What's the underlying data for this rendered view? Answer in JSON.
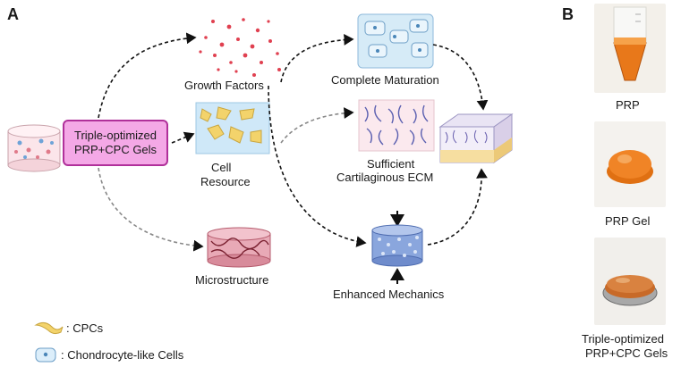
{
  "panels": {
    "a": "A",
    "b": "B"
  },
  "hub": {
    "line1": "Triple-optimized",
    "line2": "PRP+CPC Gels"
  },
  "nodes": {
    "growth_factors": "Growth Factors",
    "cell_resource_1": "Cell",
    "cell_resource_2": "Resource",
    "microstructure": "Microstructure",
    "complete_maturation": "Complete Maturation",
    "ecm_1": "Sufficient",
    "ecm_2": "Cartilaginous ECM",
    "enhanced_mechanics": "Enhanced Mechanics"
  },
  "legend": {
    "cpcs": ": CPCs",
    "chondro": ": Chondrocyte-like Cells"
  },
  "photos": {
    "prp": "PRP",
    "prp_gel": "PRP Gel",
    "triple_1": "Triple-optimized",
    "triple_2": "PRP+CPC Gels"
  },
  "colors": {
    "hub_fill": "#f4a8e6",
    "hub_border": "#b0309a",
    "cpc_yellow": "#f3d36b",
    "chondro_blue": "#cfe6f5",
    "prp_orange": "#e8781a"
  }
}
